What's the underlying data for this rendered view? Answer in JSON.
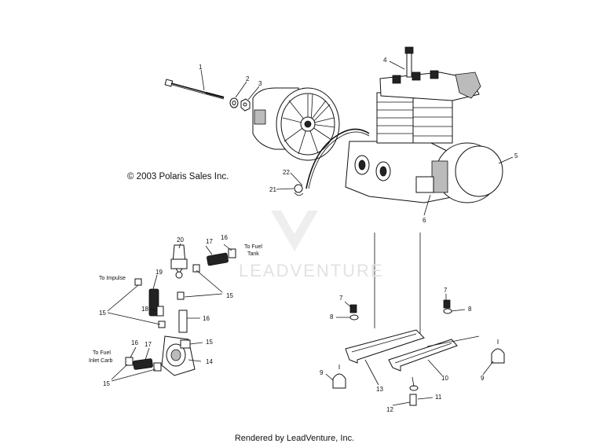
{
  "copyright": "© 2003 Polaris Sales Inc.",
  "watermark": "LEADVENTURE",
  "footer": "Rendered by LeadVenture, Inc.",
  "notes": {
    "to_fuel_tank_1": "To Fuel",
    "to_fuel_tank_2": "Tank",
    "to_impulse": "To Impulse",
    "to_fuel_carb_1": "To Fuel",
    "to_fuel_carb_2": "Inlet Carb"
  },
  "callouts": {
    "c1": "1",
    "c2": "2",
    "c3": "3",
    "c4": "4",
    "c5": "5",
    "c6": "6",
    "c20": "20",
    "c17a": "17",
    "c16a": "16",
    "c19": "19",
    "c18": "18",
    "c15a": "15",
    "c15b": "15",
    "c16b": "16",
    "c15c": "15",
    "c16c": "16",
    "c17b": "17",
    "c14": "14",
    "c15d": "15",
    "c22": "22",
    "c21": "21",
    "c7a": "7",
    "c8a": "8",
    "c7b": "7",
    "c8b": "8",
    "c9a": "9",
    "c13": "13",
    "c10": "10",
    "c9b": "9",
    "c11": "11",
    "c12": "12"
  }
}
